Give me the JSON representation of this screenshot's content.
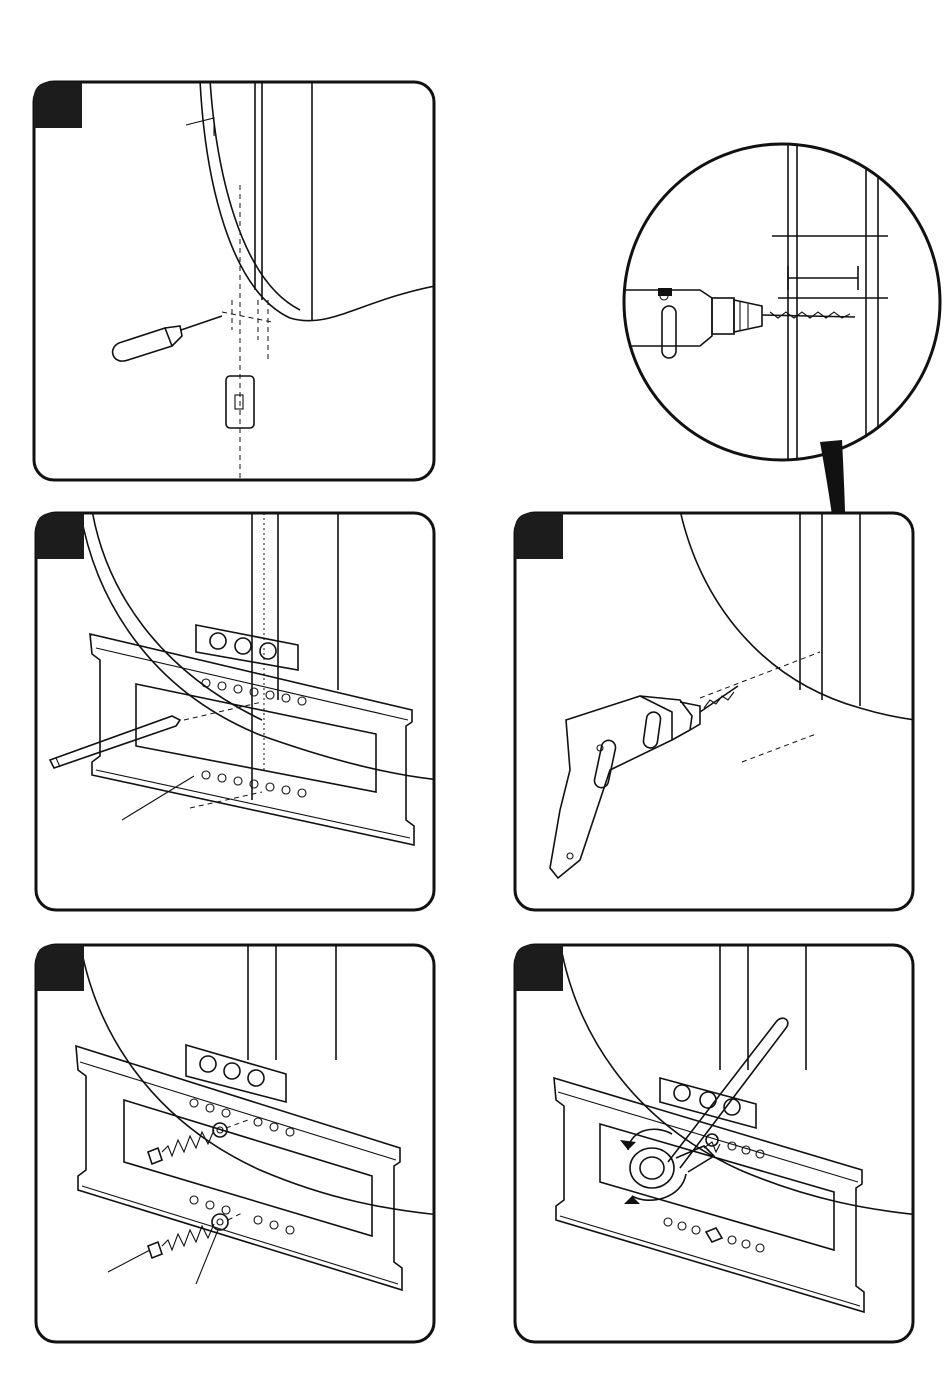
{
  "document": {
    "type": "wall-mount installation instructions",
    "panels": [
      {
        "id": "locate-stud",
        "depicts": "screwdriver-icon"
      },
      {
        "id": "magnified-drill-detail",
        "depicts": "drill-icon"
      },
      {
        "id": "mark-holes",
        "depicts": "pencil-icon"
      },
      {
        "id": "drill-pilot-holes",
        "depicts": "drill-icon"
      },
      {
        "id": "insert-lag-bolts",
        "depicts": "lag-bolt-icon"
      },
      {
        "id": "tighten-bolts",
        "depicts": "socket-wrench-icon"
      }
    ],
    "colors": {
      "ink": "#111111",
      "paper": "#ffffff",
      "badge": "#1c1c1c"
    }
  }
}
